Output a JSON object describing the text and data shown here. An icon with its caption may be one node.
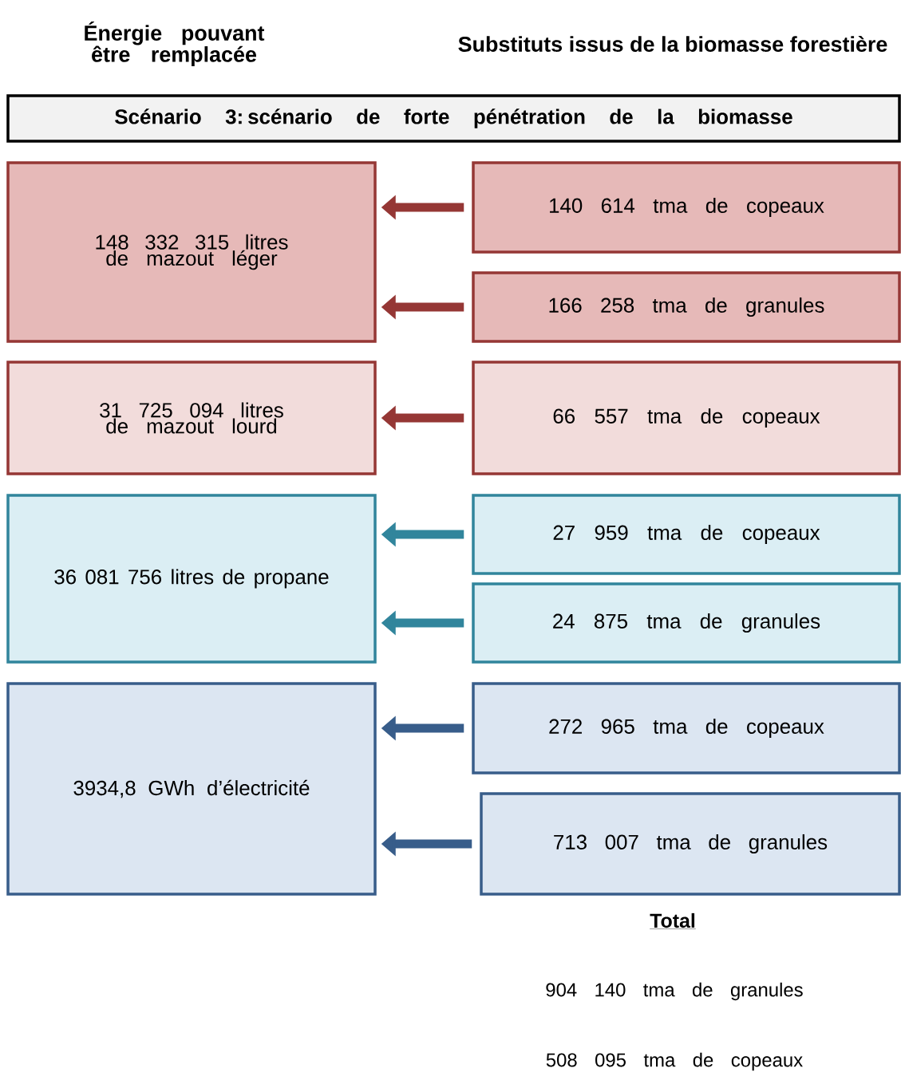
{
  "diagram": {
    "nodes": [
      {
        "text": [
          "Scénario 3: scénario de forte pénétration de la biomasse"
        ]
      },
      {
        "text": [
          "148 332 315 litres de mazout léger"
        ]
      },
      {
        "text": [
          "140 614 tma de  copeaux"
        ]
      },
      {
        "text": [
          "166 258 tma de granules"
        ]
      },
      {
        "text": [
          "31 725 094 litres de mazout lourd"
        ]
      },
      {
        "text": [
          "66 557  tma de copeaux"
        ]
      },
      {
        "text": [
          "36 081 756 litres de propane"
        ]
      },
      {
        "text": [
          "27 959 tma de copeaux"
        ]
      },
      {
        "text": [
          "24 875 tma de granules"
        ]
      },
      {
        "text": [
          "3934,8 GWh d’électricité"
        ]
      },
      {
        "text": [
          "272 965 tma de copeaux"
        ]
      },
      {
        "text": [
          "713 007 tma de granules"
        ]
      }
    ],
    "edges": [
      {
        "from": 2,
        "to": 1,
        "arrow": "to",
        "color": "#953735"
      },
      {
        "from": 3,
        "to": 1,
        "arrow": "to",
        "color": "#953735"
      },
      {
        "from": 5,
        "to": 4,
        "arrow": "to",
        "color": "#953735"
      },
      {
        "from": 7,
        "to": 6,
        "arrow": "to",
        "color": "#31859c"
      },
      {
        "from": 8,
        "to": 6,
        "arrow": "to",
        "color": "#31859c"
      },
      {
        "from": 10,
        "to": 9,
        "arrow": "to",
        "color": "#385d8a"
      },
      {
        "from": 11,
        "to": 9,
        "arrow": "to",
        "color": "#385d8a"
      }
    ],
    "labels": [
      "Énergie pouvant être remplacée",
      "Substituts issus de la biomasse forestière",
      "Total",
      "904 140 tma de granules",
      "508 095 tma de copeaux"
    ]
  }
}
